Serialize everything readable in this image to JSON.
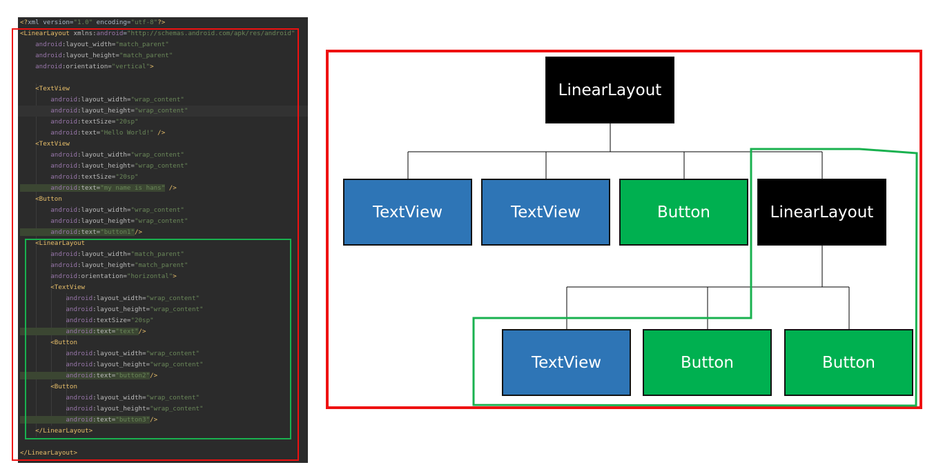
{
  "code": {
    "lines": [
      [
        {
          "t": "<?",
          "c": "decl"
        },
        {
          "t": "xml version=",
          "c": "plain"
        },
        {
          "t": "\"1.0\"",
          "c": "val"
        },
        {
          "t": " encoding=",
          "c": "plain"
        },
        {
          "t": "\"utf-8\"",
          "c": "val"
        },
        {
          "t": "?>",
          "c": "decl"
        }
      ],
      [
        {
          "t": "<LinearLayout ",
          "c": "tag"
        },
        {
          "t": "xmlns:",
          "c": "attr"
        },
        {
          "t": "android",
          "c": "ns"
        },
        {
          "t": "=",
          "c": "plain"
        },
        {
          "t": "\"http://schemas.android.com/apk/res/android\"",
          "c": "val"
        }
      ],
      [
        {
          "t": "    android",
          "c": "ns"
        },
        {
          "t": ":layout_width=",
          "c": "attr"
        },
        {
          "t": "\"match_parent\"",
          "c": "val"
        }
      ],
      [
        {
          "t": "    android",
          "c": "ns"
        },
        {
          "t": ":layout_height=",
          "c": "attr"
        },
        {
          "t": "\"match_parent\"",
          "c": "val"
        }
      ],
      [
        {
          "t": "    android",
          "c": "ns"
        },
        {
          "t": ":orientation=",
          "c": "attr"
        },
        {
          "t": "\"vertical\"",
          "c": "val"
        },
        {
          "t": ">",
          "c": "tag"
        }
      ],
      [],
      [
        {
          "t": "    <TextView",
          "c": "tag"
        }
      ],
      [
        {
          "t": "        android",
          "c": "ns"
        },
        {
          "t": ":layout_width=",
          "c": "attr"
        },
        {
          "t": "\"wrap_content\"",
          "c": "val"
        }
      ],
      [
        {
          "t": "        android",
          "c": "ns"
        },
        {
          "t": ":layout_height=",
          "c": "attr"
        },
        {
          "t": "\"wrap_content\"",
          "c": "val"
        }
      ],
      [
        {
          "t": "        android",
          "c": "ns"
        },
        {
          "t": ":textSize=",
          "c": "attr"
        },
        {
          "t": "\"20sp\"",
          "c": "val"
        }
      ],
      [
        {
          "t": "        android",
          "c": "ns"
        },
        {
          "t": ":text=",
          "c": "attr"
        },
        {
          "t": "\"Hello World!\"",
          "c": "val"
        },
        {
          "t": " />",
          "c": "tag"
        }
      ],
      [
        {
          "t": "    <TextView",
          "c": "tag"
        }
      ],
      [
        {
          "t": "        android",
          "c": "ns"
        },
        {
          "t": ":layout_width=",
          "c": "attr"
        },
        {
          "t": "\"wrap_content\"",
          "c": "val"
        }
      ],
      [
        {
          "t": "        android",
          "c": "ns"
        },
        {
          "t": ":layout_height=",
          "c": "attr"
        },
        {
          "t": "\"wrap_content\"",
          "c": "val"
        }
      ],
      [
        {
          "t": "        android",
          "c": "ns"
        },
        {
          "t": ":textSize=",
          "c": "attr"
        },
        {
          "t": "\"20sp\"",
          "c": "val"
        }
      ],
      [
        {
          "t": "        android",
          "c": "ns",
          "h": 1
        },
        {
          "t": ":text=",
          "c": "attr",
          "h": 1
        },
        {
          "t": "\"my name is hans\"",
          "c": "val",
          "h": 1
        },
        {
          "t": " />",
          "c": "tag"
        }
      ],
      [
        {
          "t": "    <Button",
          "c": "tag"
        }
      ],
      [
        {
          "t": "        android",
          "c": "ns"
        },
        {
          "t": ":layout_width=",
          "c": "attr"
        },
        {
          "t": "\"wrap_content\"",
          "c": "val"
        }
      ],
      [
        {
          "t": "        android",
          "c": "ns"
        },
        {
          "t": ":layout_height=",
          "c": "attr"
        },
        {
          "t": "\"wrap_content\"",
          "c": "val"
        }
      ],
      [
        {
          "t": "        android",
          "c": "ns",
          "h": 1
        },
        {
          "t": ":text=",
          "c": "attr",
          "h": 1
        },
        {
          "t": "\"button1\"",
          "c": "val",
          "h": 1
        },
        {
          "t": "/>",
          "c": "tag"
        }
      ],
      [
        {
          "t": "    <LinearLayout",
          "c": "tag"
        }
      ],
      [
        {
          "t": "        android",
          "c": "ns"
        },
        {
          "t": ":layout_width=",
          "c": "attr"
        },
        {
          "t": "\"match_parent\"",
          "c": "val"
        }
      ],
      [
        {
          "t": "        android",
          "c": "ns"
        },
        {
          "t": ":layout_height=",
          "c": "attr"
        },
        {
          "t": "\"match_parent\"",
          "c": "val"
        }
      ],
      [
        {
          "t": "        android",
          "c": "ns"
        },
        {
          "t": ":orientation=",
          "c": "attr"
        },
        {
          "t": "\"horizontal\"",
          "c": "val"
        },
        {
          "t": ">",
          "c": "tag"
        }
      ],
      [
        {
          "t": "        <TextView",
          "c": "tag"
        }
      ],
      [
        {
          "t": "            android",
          "c": "ns"
        },
        {
          "t": ":layout_width=",
          "c": "attr"
        },
        {
          "t": "\"wrap_content\"",
          "c": "val"
        }
      ],
      [
        {
          "t": "            android",
          "c": "ns"
        },
        {
          "t": ":layout_height=",
          "c": "attr"
        },
        {
          "t": "\"wrap_content\"",
          "c": "val"
        }
      ],
      [
        {
          "t": "            android",
          "c": "ns"
        },
        {
          "t": ":textSize=",
          "c": "attr"
        },
        {
          "t": "\"20sp\"",
          "c": "val"
        }
      ],
      [
        {
          "t": "            android",
          "c": "ns",
          "h": 1
        },
        {
          "t": ":text=",
          "c": "attr",
          "h": 1
        },
        {
          "t": "\"text\"",
          "c": "val",
          "h": 1
        },
        {
          "t": "/>",
          "c": "tag"
        }
      ],
      [
        {
          "t": "        <Button",
          "c": "tag"
        }
      ],
      [
        {
          "t": "            android",
          "c": "ns"
        },
        {
          "t": ":layout_width=",
          "c": "attr"
        },
        {
          "t": "\"wrap_content\"",
          "c": "val"
        }
      ],
      [
        {
          "t": "            android",
          "c": "ns"
        },
        {
          "t": ":layout_height=",
          "c": "attr"
        },
        {
          "t": "\"wrap_content\"",
          "c": "val"
        }
      ],
      [
        {
          "t": "            android",
          "c": "ns",
          "h": 1
        },
        {
          "t": ":text=",
          "c": "attr",
          "h": 1
        },
        {
          "t": "\"button2\"",
          "c": "val",
          "h": 1
        },
        {
          "t": "/>",
          "c": "tag"
        }
      ],
      [
        {
          "t": "        <Button",
          "c": "tag"
        }
      ],
      [
        {
          "t": "            android",
          "c": "ns"
        },
        {
          "t": ":layout_width=",
          "c": "attr"
        },
        {
          "t": "\"wrap_content\"",
          "c": "val"
        }
      ],
      [
        {
          "t": "            android",
          "c": "ns"
        },
        {
          "t": ":layout_height=",
          "c": "attr"
        },
        {
          "t": "\"wrap_content\"",
          "c": "val"
        }
      ],
      [
        {
          "t": "            android",
          "c": "ns",
          "h": 1
        },
        {
          "t": ":text=",
          "c": "attr",
          "h": 1
        },
        {
          "t": "\"button3\"",
          "c": "val",
          "h": 1
        },
        {
          "t": "/>",
          "c": "tag"
        }
      ],
      [
        {
          "t": "    </LinearLayout>",
          "c": "tag"
        }
      ],
      [],
      [
        {
          "t": "</LinearLayout>",
          "c": "tag"
        }
      ]
    ],
    "current_line": 8
  },
  "tree": {
    "root": {
      "label": "LinearLayout",
      "kind": "layout"
    },
    "children": [
      {
        "label": "TextView",
        "kind": "textview"
      },
      {
        "label": "TextView",
        "kind": "textview"
      },
      {
        "label": "Button",
        "kind": "button"
      },
      {
        "label": "LinearLayout",
        "kind": "layout"
      }
    ],
    "nested_children": [
      {
        "label": "TextView",
        "kind": "textview"
      },
      {
        "label": "Button",
        "kind": "button"
      },
      {
        "label": "Button",
        "kind": "button"
      }
    ]
  },
  "colors": {
    "layout": "#000000",
    "textview": "#2e75b6",
    "button": "#00b050",
    "outer_outline": "#ee1111",
    "nested_outline": "#19b14f"
  }
}
